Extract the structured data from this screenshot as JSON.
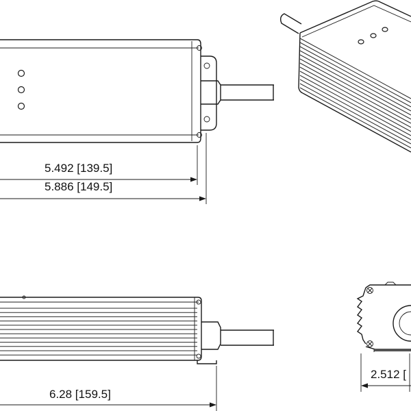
{
  "dimensions": {
    "top_inner_length": "5.492 [139.5]",
    "top_overall_length": "5.886 [149.5]",
    "side_overall_length": "6.28 [159.5]",
    "end_width": "2.512 ["
  },
  "colors": {
    "line": "#1a1a1a",
    "background": "#ffffff"
  }
}
